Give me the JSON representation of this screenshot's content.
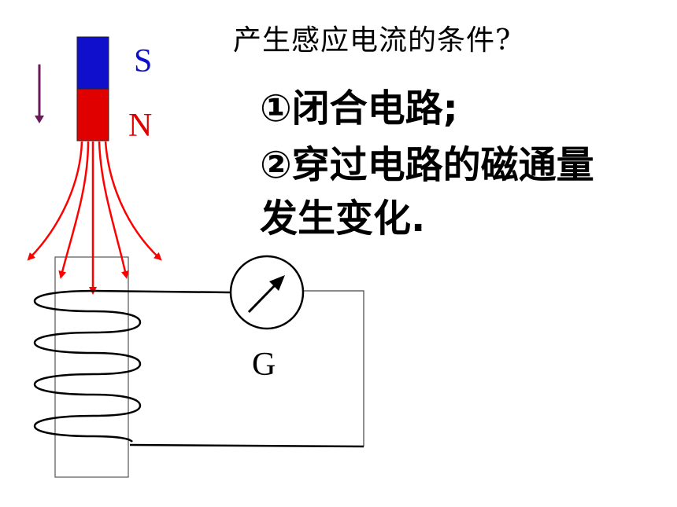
{
  "slide": {
    "question": "产生感应电流的条件?",
    "condition_1": "①闭合电路;",
    "condition_2_line1": "②穿过电路的磁通量",
    "condition_2_line2": "发生变化."
  },
  "magnet": {
    "south_label": "S",
    "north_label": "N",
    "south_color": "#1010cc",
    "north_color": "#e00000",
    "motion": "down"
  },
  "galvanometer": {
    "label": "G"
  },
  "colors": {
    "field_lines": "#ff0000",
    "arrow": "#6a1a5a",
    "wire": "#000000"
  }
}
